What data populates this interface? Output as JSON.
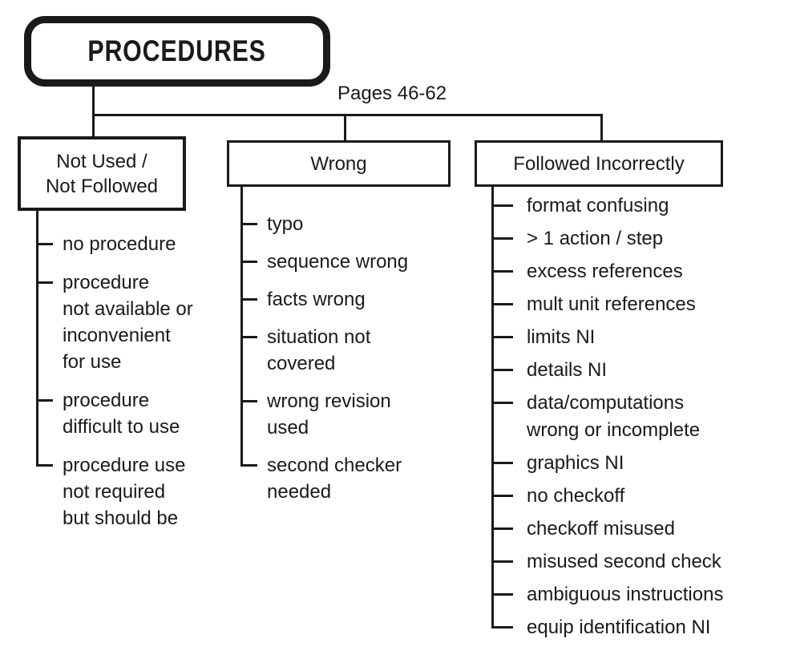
{
  "colors": {
    "ink": "#1a1a1a",
    "background": "#ffffff"
  },
  "tree": {
    "root_label": "PROCEDURES",
    "pages_label": "Pages 46-62",
    "branches": [
      {
        "title": "Not Used /\nNot Followed",
        "items": [
          "no procedure",
          "procedure\nnot available or\ninconvenient\nfor use",
          "procedure\ndifficult to use",
          "procedure use\nnot required\nbut should be"
        ]
      },
      {
        "title": "Wrong",
        "items": [
          "typo",
          "sequence wrong",
          "facts wrong",
          "situation not\ncovered",
          "wrong revision\nused",
          "second checker\nneeded"
        ]
      },
      {
        "title": "Followed Incorrectly",
        "items": [
          "format confusing",
          "> 1 action / step",
          "excess references",
          "mult unit references",
          "limits NI",
          "details NI",
          "data/computations\nwrong or incomplete",
          "graphics NI",
          "no checkoff",
          "checkoff misused",
          "misused second check",
          "ambiguous instructions",
          "equip identification NI"
        ]
      }
    ]
  }
}
